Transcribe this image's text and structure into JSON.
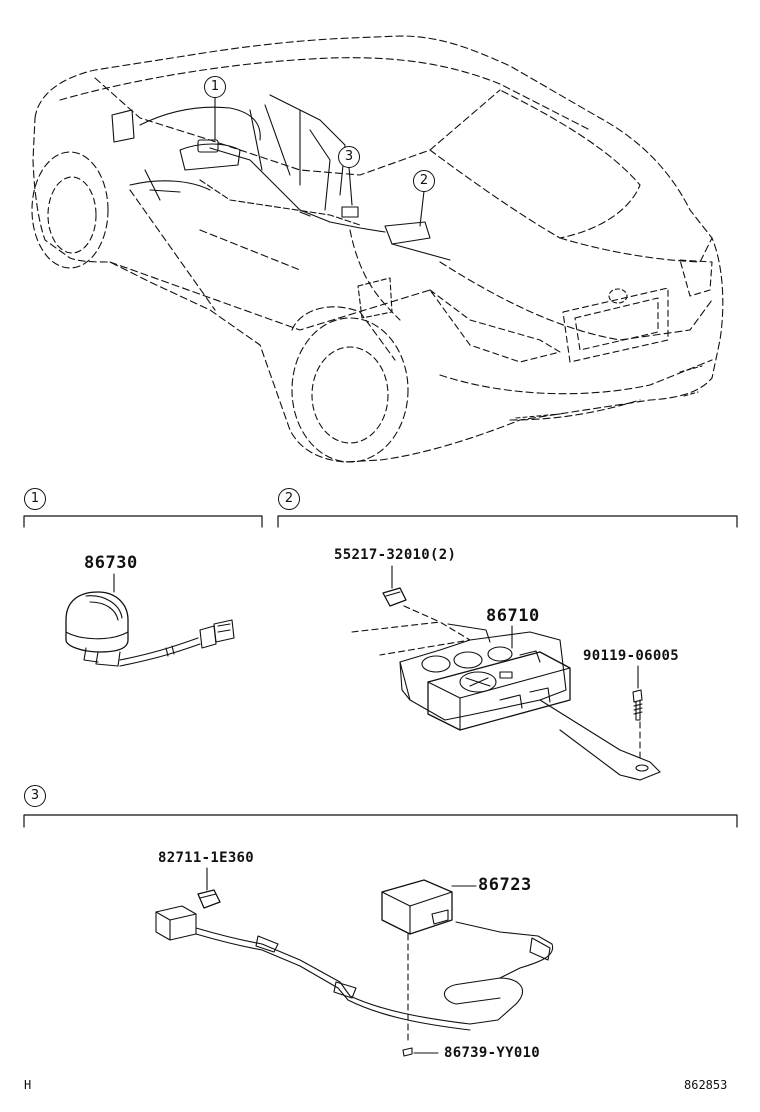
{
  "callouts": {
    "one": "1",
    "two": "2",
    "three": "3"
  },
  "section_1": {
    "marker": "1",
    "parts": [
      {
        "number": "86730"
      }
    ]
  },
  "section_2": {
    "marker": "2",
    "parts": [
      {
        "number": "55217-32010(2)"
      },
      {
        "number": "86710"
      },
      {
        "number": "90119-06005"
      }
    ]
  },
  "section_3": {
    "marker": "3",
    "parts": [
      {
        "number": "82711-1E360"
      },
      {
        "number": "86723"
      },
      {
        "number": "86739-YY010"
      }
    ]
  },
  "footer": {
    "left_code": "H",
    "right_code": "862853"
  },
  "colors": {
    "ink": "#111111",
    "background": "#ffffff"
  }
}
